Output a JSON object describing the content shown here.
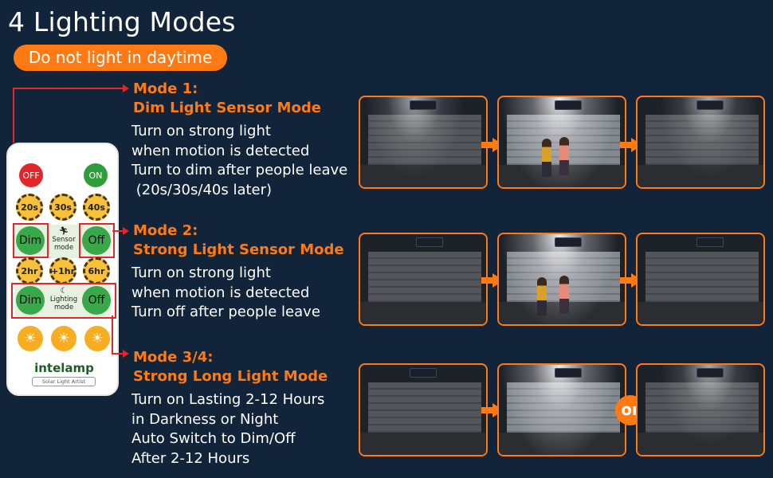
{
  "title": "4 Lighting Modes",
  "warning_pill": "Do not light in daytime",
  "remote": {
    "off": "OFF",
    "on": "ON",
    "timers_top": [
      "20s",
      "30s",
      "40s"
    ],
    "sensor": {
      "dim": "Dim",
      "label_line1": "Sensor",
      "label_line2": "mode",
      "off": "Off"
    },
    "timers_hours": [
      "2hr",
      "+1hr",
      "6hr"
    ],
    "lighting": {
      "dim": "Dim",
      "label_line1": "Lighting",
      "label_line2": "mode",
      "off": "Off"
    },
    "brand": "intelamp",
    "tagline": "Solar Light Artist"
  },
  "modes": [
    {
      "heading_line1": "Mode 1:",
      "heading_line2": "Dim Light Sensor Mode",
      "desc": [
        "Turn on strong light",
        "when motion is detected",
        "Turn to dim after people leave",
        " (20s/30s/40s later)"
      ]
    },
    {
      "heading_line1": "Mode 2:",
      "heading_line2": "Strong Light Sensor Mode",
      "desc": [
        "Turn on strong light",
        "when motion is detected",
        "Turn off after people leave"
      ]
    },
    {
      "heading_line1": "Mode 3/4:",
      "heading_line2": "Strong Long Light Mode",
      "desc": [
        "Turn on Lasting 2-12 Hours",
        "in Darkness or Night",
        "Auto Switch to Dim/Off",
        "After 2-12 Hours"
      ]
    }
  ],
  "or_label": "or",
  "colors": {
    "background": "#12243a",
    "accent": "#ff7a13",
    "remote_red": "#e3262a",
    "remote_green": "#39a848"
  }
}
